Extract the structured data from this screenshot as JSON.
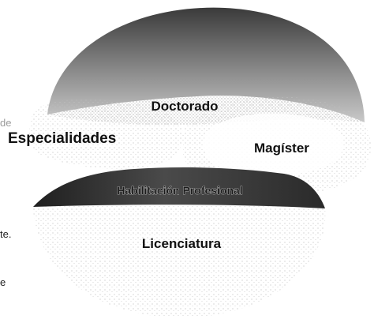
{
  "diagram": {
    "labels": {
      "doctorado": "Doctorado",
      "especialidades": "Especialidades",
      "magister": "Magíster",
      "habilitacion": "Habilitación Profesional",
      "licenciatura": "Licenciatura"
    },
    "left_fragments": {
      "de": "de",
      "te": "te.",
      "e": "e"
    },
    "colors": {
      "dark_fill": "#2b2b2b",
      "mid_fill": "#7a7a7a",
      "light_fill": "#cfcfcf",
      "stipple": "#b8b8b8"
    }
  }
}
